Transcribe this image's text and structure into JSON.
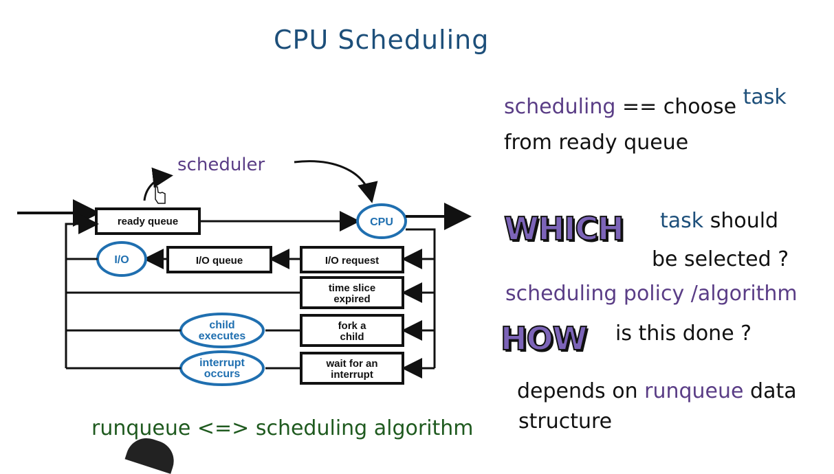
{
  "title": "CPU Scheduling",
  "diagram": {
    "scheduler_label": "scheduler",
    "ready_queue": "ready queue",
    "cpu": "CPU",
    "io": "I/O",
    "io_queue": "I/O queue",
    "io_request": "I/O request",
    "time_slice_1": "time slice",
    "time_slice_2": "expired",
    "fork_1": "fork a",
    "fork_2": "child",
    "child_exec_1": "child",
    "child_exec_2": "executes",
    "wait_1": "wait for an",
    "wait_2": "interrupt",
    "interrupt_1": "interrupt",
    "interrupt_2": "occurs"
  },
  "notes": {
    "line1_a": "scheduling",
    "line1_b": "== choose",
    "line1_c": "task",
    "line2": "from ready queue",
    "which": "WHICH",
    "which_task": "task",
    "which_should": "should",
    "be_selected": "be selected ?",
    "policy": "scheduling policy /algorithm",
    "how": "HOW",
    "how_rest": "is this done ?",
    "depends_a": "depends on",
    "depends_b": "runqueue",
    "depends_c": "data",
    "structure": "structure",
    "bottom": "runqueue <=> scheduling algorithm"
  }
}
